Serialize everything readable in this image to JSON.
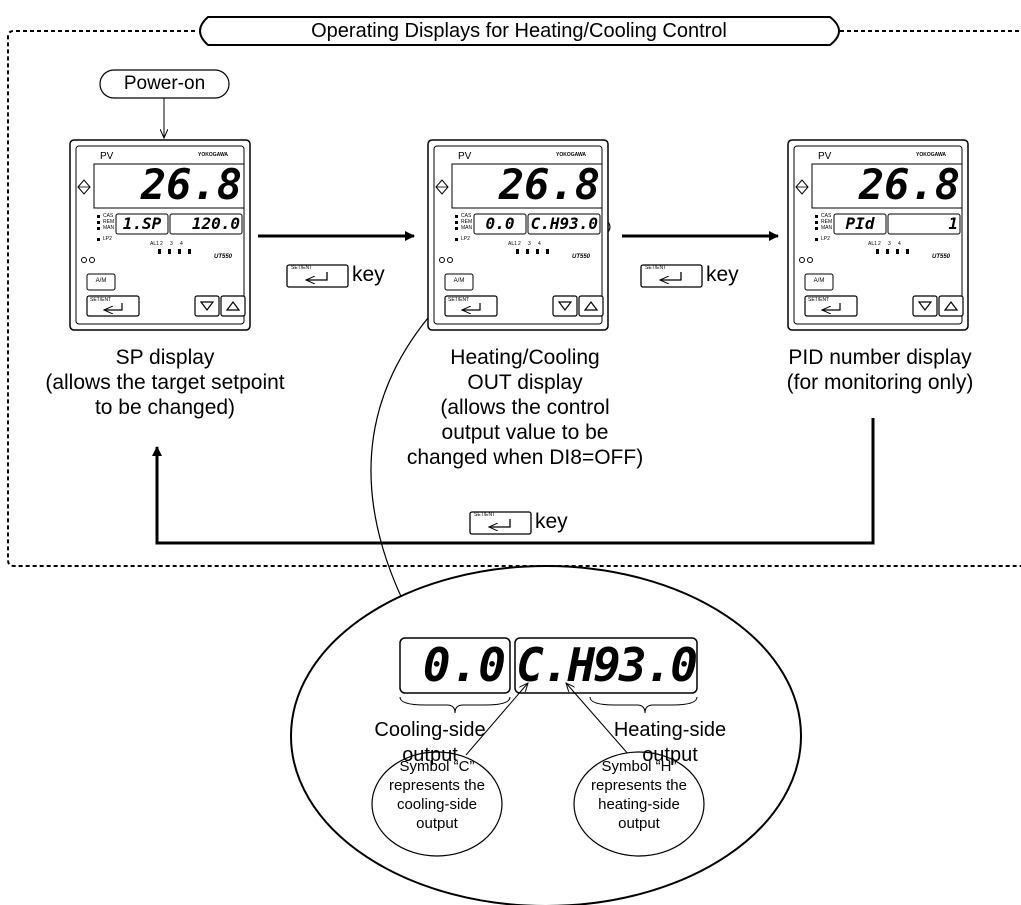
{
  "title": "Operating Displays for Heating/Cooling Control",
  "power_on": "Power-on",
  "key_label": "key",
  "set_ent_label": "SET/ENT",
  "controller": {
    "pv_label": "PV",
    "brand": "YOKOGAWA",
    "model": "UT550",
    "status_labels": [
      "CAS",
      "REM",
      "MAN"
    ],
    "lp2": "LP2",
    "alarm_labels": [
      "AL1",
      "2",
      "3",
      "4"
    ],
    "am_button": "A/M"
  },
  "panels": [
    {
      "pv_value": "26.8",
      "sp_left": "1.SP",
      "sp_right": "120.0"
    },
    {
      "pv_value": "26.8",
      "sp_left": "0.0",
      "sp_right": "C.H93.0"
    },
    {
      "pv_value": "26.8",
      "sp_left": "PId",
      "sp_right": "1"
    }
  ],
  "captions": [
    "SP display\n(allows the target setpoint\nto be changed)",
    "Heating/Cooling\nOUT display\n(allows the control\noutput  value to be\nchanged when DI8=OFF)",
    "PID number display\n(for monitoring only)"
  ],
  "zoom": {
    "left_value": "0.0",
    "right_value": "C.H93.0",
    "cooling_label": "Cooling-side\noutput",
    "heating_label": "Heating-side\noutput",
    "symbol_c": "Symbol “C”\nrepresents the\ncooling-side\noutput",
    "symbol_h": "Symbol “H”\nrepresents the\nheating-side\noutput"
  }
}
